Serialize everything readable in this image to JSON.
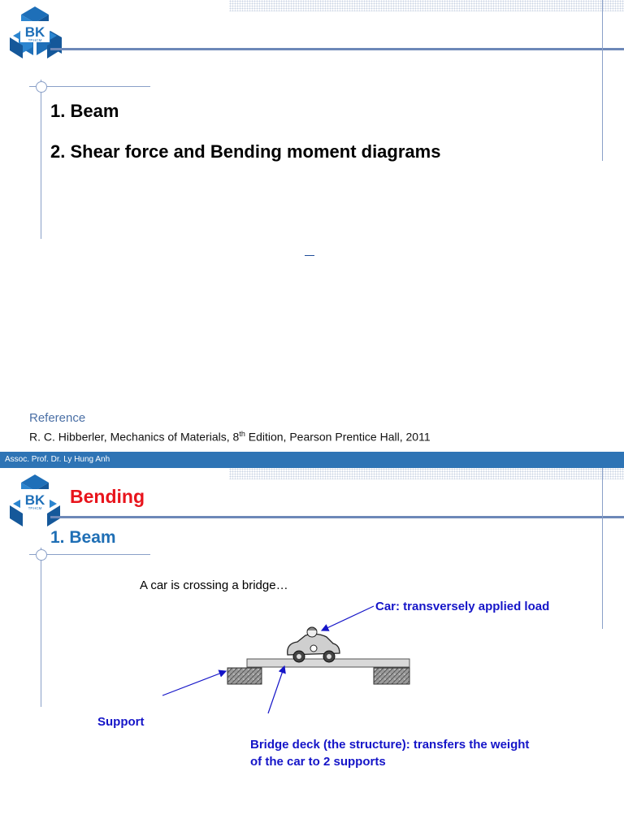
{
  "logo": {
    "letters": "BK",
    "subtext": "TP.HCM"
  },
  "slide1": {
    "items": [
      "1. Beam",
      "2. Shear force and Bending moment diagrams"
    ],
    "reference_title": "Reference",
    "reference_text_before": "R. C. Hibberler, Mechanics of Materials, 8",
    "reference_sup": "th",
    "reference_text_after": " Edition, Pearson Prentice Hall, 2011"
  },
  "footer": {
    "author": "Assoc. Prof. Dr. Ly Hung Anh"
  },
  "slide2": {
    "title": "Bending",
    "subtitle": "1. Beam",
    "caption": "A car is crossing a bridge…",
    "label_car": "Car: transversely applied load",
    "label_support": "Support",
    "label_deck": "Bridge deck (the structure): transfers the weight of the car to 2 supports"
  },
  "colors": {
    "title_red": "#e8141c",
    "subtitle_blue": "#1f6fb5",
    "label_blue": "#1515c8",
    "footer_bar": "#2e74b5",
    "logo_blue": "#1e6fb8"
  }
}
